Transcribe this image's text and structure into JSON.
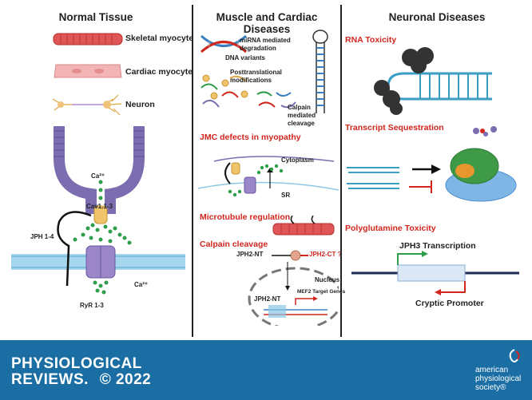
{
  "columns": {
    "normal": {
      "title": "Normal Tissue",
      "labels": [
        "Skeletal myocyte",
        "Cardiac myocyte",
        "Neuron"
      ],
      "ca_top": "Ca²⁺",
      "cav": "Cav1.1-3",
      "jph": "JPH 1-4",
      "ca_bottom": "Ca²⁺",
      "ryr": "RyR 1-3"
    },
    "muscle": {
      "title": "Muscle and Cardiac Diseases",
      "dna_variants": "DNA variants",
      "mirna": "miRNA mediated degradation",
      "posttrans": "Posttranslational modifications",
      "calpain_mediated": "Calpain mediated cleavage",
      "jmc_title": "JMC defects in myopathy",
      "cytoplasm": "Cytoplasm",
      "sr": "SR",
      "microtubule_title": "Microtubule regulation",
      "calpain_title": "Calpain cleavage",
      "jph2_nt": "JPH2-NT",
      "jph2_ct": "JPH2-CT ?",
      "nucleus": "Nucleus",
      "jph2_nt_nuc": "JPH2-NT",
      "mef2": "MEF2 Target Genes"
    },
    "neuronal": {
      "title": "Neuronal Diseases",
      "rna_toxicity": "RNA Toxicity",
      "transcript_seq": "Transcript Sequestration",
      "polyq": "Polyglutamine Toxicity",
      "jph3": "JPH3 Transcription",
      "cryptic": "Cryptic Promoter"
    }
  },
  "footer": {
    "journal_line1": "PHYSIOLOGICAL",
    "journal_line2": "REVIEWS.",
    "copyright": "© 2022",
    "society_line1": "american",
    "society_line2": "physiological",
    "society_line3": "society®"
  },
  "colors": {
    "footer_bg": "#1b6ea3",
    "accent_red": "#d0261d",
    "membrane_purple": "#7b6db0",
    "calcium_green": "#2e9e4a"
  }
}
